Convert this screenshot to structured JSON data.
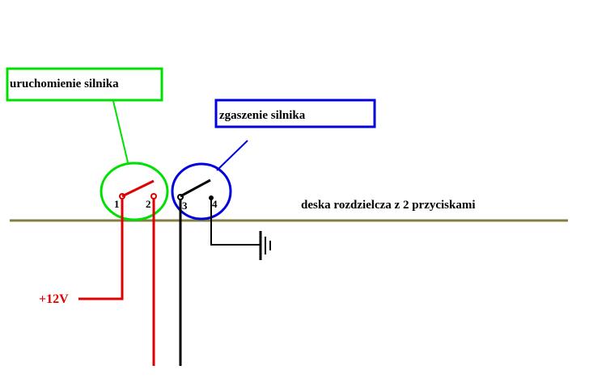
{
  "labels": {
    "start_engine": "uruchomienie silnika",
    "stop_engine": "zgaszenie silnika",
    "dashboard": "deska rozdzielcza z 2 przyciskami",
    "voltage": "+12V"
  },
  "pins": [
    "1",
    "2",
    "3",
    "4"
  ],
  "colors": {
    "start_group": "#00e000",
    "stop_group": "#0000dd",
    "positive_wire": "#e00000",
    "ground_wire": "#000000",
    "dashboard_line": "#808040"
  }
}
